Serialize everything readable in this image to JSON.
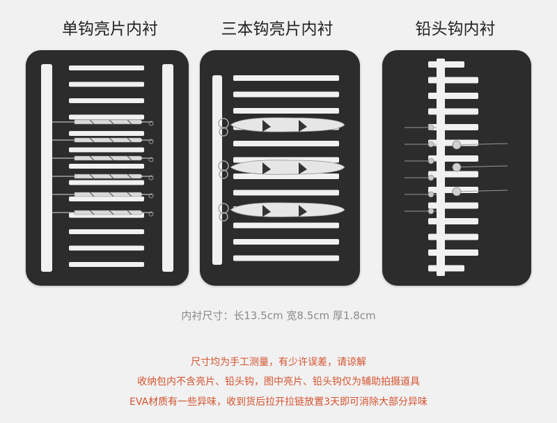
{
  "titles": {
    "left": "单钩亮片内衬",
    "middle": "三本钩亮片内衬",
    "right": "铅头钩内衬"
  },
  "dimensions": "内衬尺寸：长13.5cm 宽8.5cm 厚1.8cm",
  "notes": [
    "尺寸均为手工测量，有少许误差，请谅解",
    "收纳包内不含亮片、铅头钩，图中亮片、铅头钩仅为辅助拍摄道具",
    "EVA材质有一些异味，收到货后拉开拉链放置3天即可消除大部分异味"
  ],
  "colors": {
    "background": "#f1f1f1",
    "foam": "#2c2c2c",
    "note_text": "#d4532f",
    "dims_text": "#8a8a8a"
  }
}
